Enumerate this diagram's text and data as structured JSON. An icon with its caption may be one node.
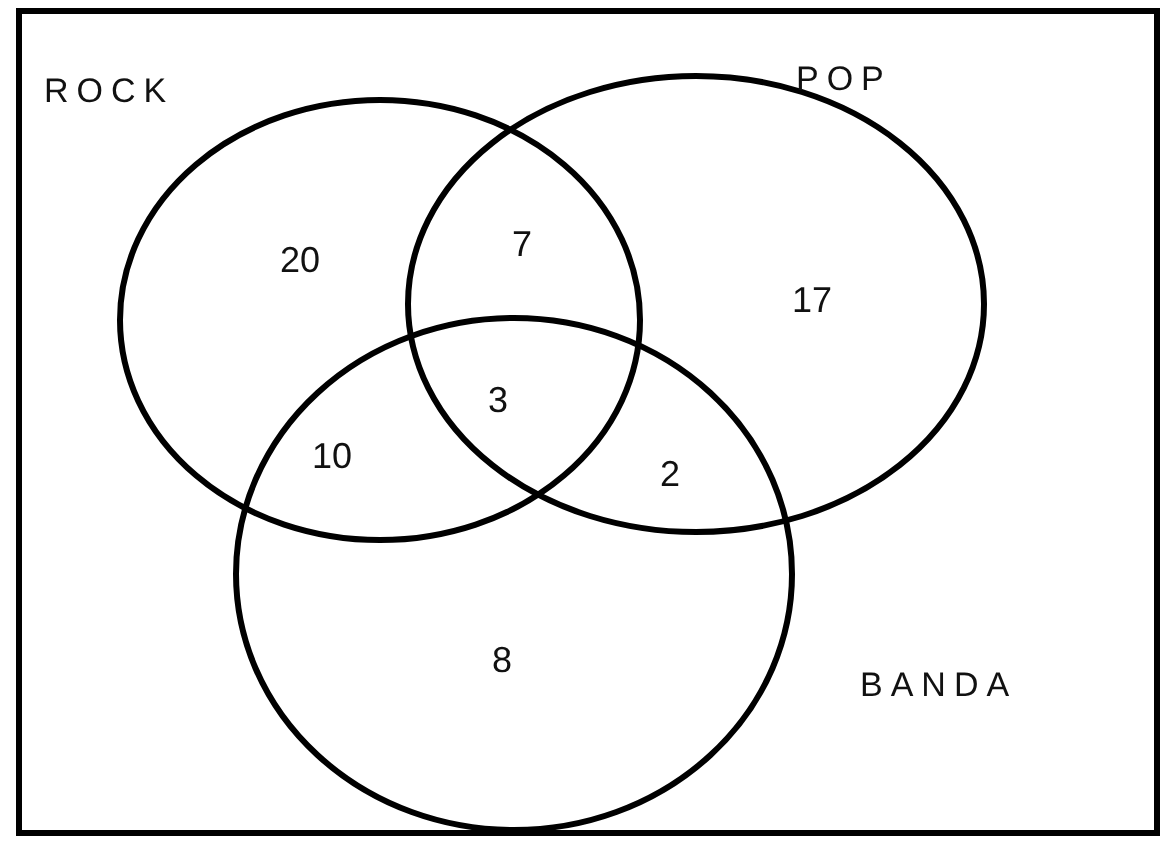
{
  "diagram": {
    "nodes": [
      {
        "text": [
          "ROCK"
        ]
      },
      {
        "text": [
          "POP"
        ]
      },
      {
        "text": [
          "BANDA"
        ]
      }
    ],
    "labels": [
      "20",
      "7",
      "17",
      "3",
      "10",
      "2",
      "8"
    ]
  }
}
